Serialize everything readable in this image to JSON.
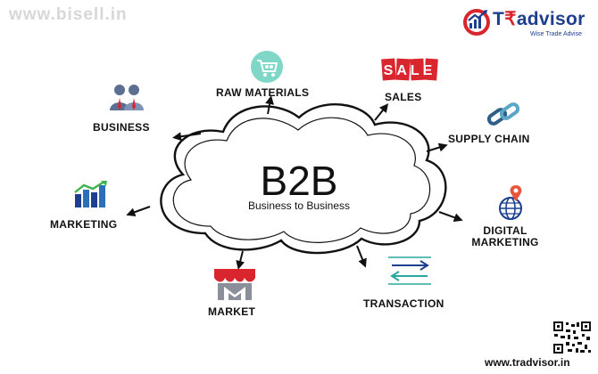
{
  "watermark": "www.bisell.in",
  "brand": {
    "prefix": "T",
    "rupee": "₹",
    "rest": "advisor",
    "tagline": "Wise Trade Advise"
  },
  "center": {
    "title": "B2B",
    "subtitle": "Business to Business"
  },
  "nodes": {
    "business": "BUSINESS",
    "raw_materials": "RAW MATERIALS",
    "sales": "SALES",
    "sale_sign": "SALE",
    "supply_chain": "SUPPLY CHAIN",
    "digital_marketing_1": "DIGITAL",
    "digital_marketing_2": "MARKETING",
    "transaction": "TRANSACTION",
    "market": "MARKET",
    "marketing": "MARKETING"
  },
  "footer_url": "www.tradvisor.in",
  "colors": {
    "navy": "#1d3f8f",
    "red": "#d9262e",
    "teal": "#2aa7a0",
    "mint": "#7fd8c7"
  }
}
